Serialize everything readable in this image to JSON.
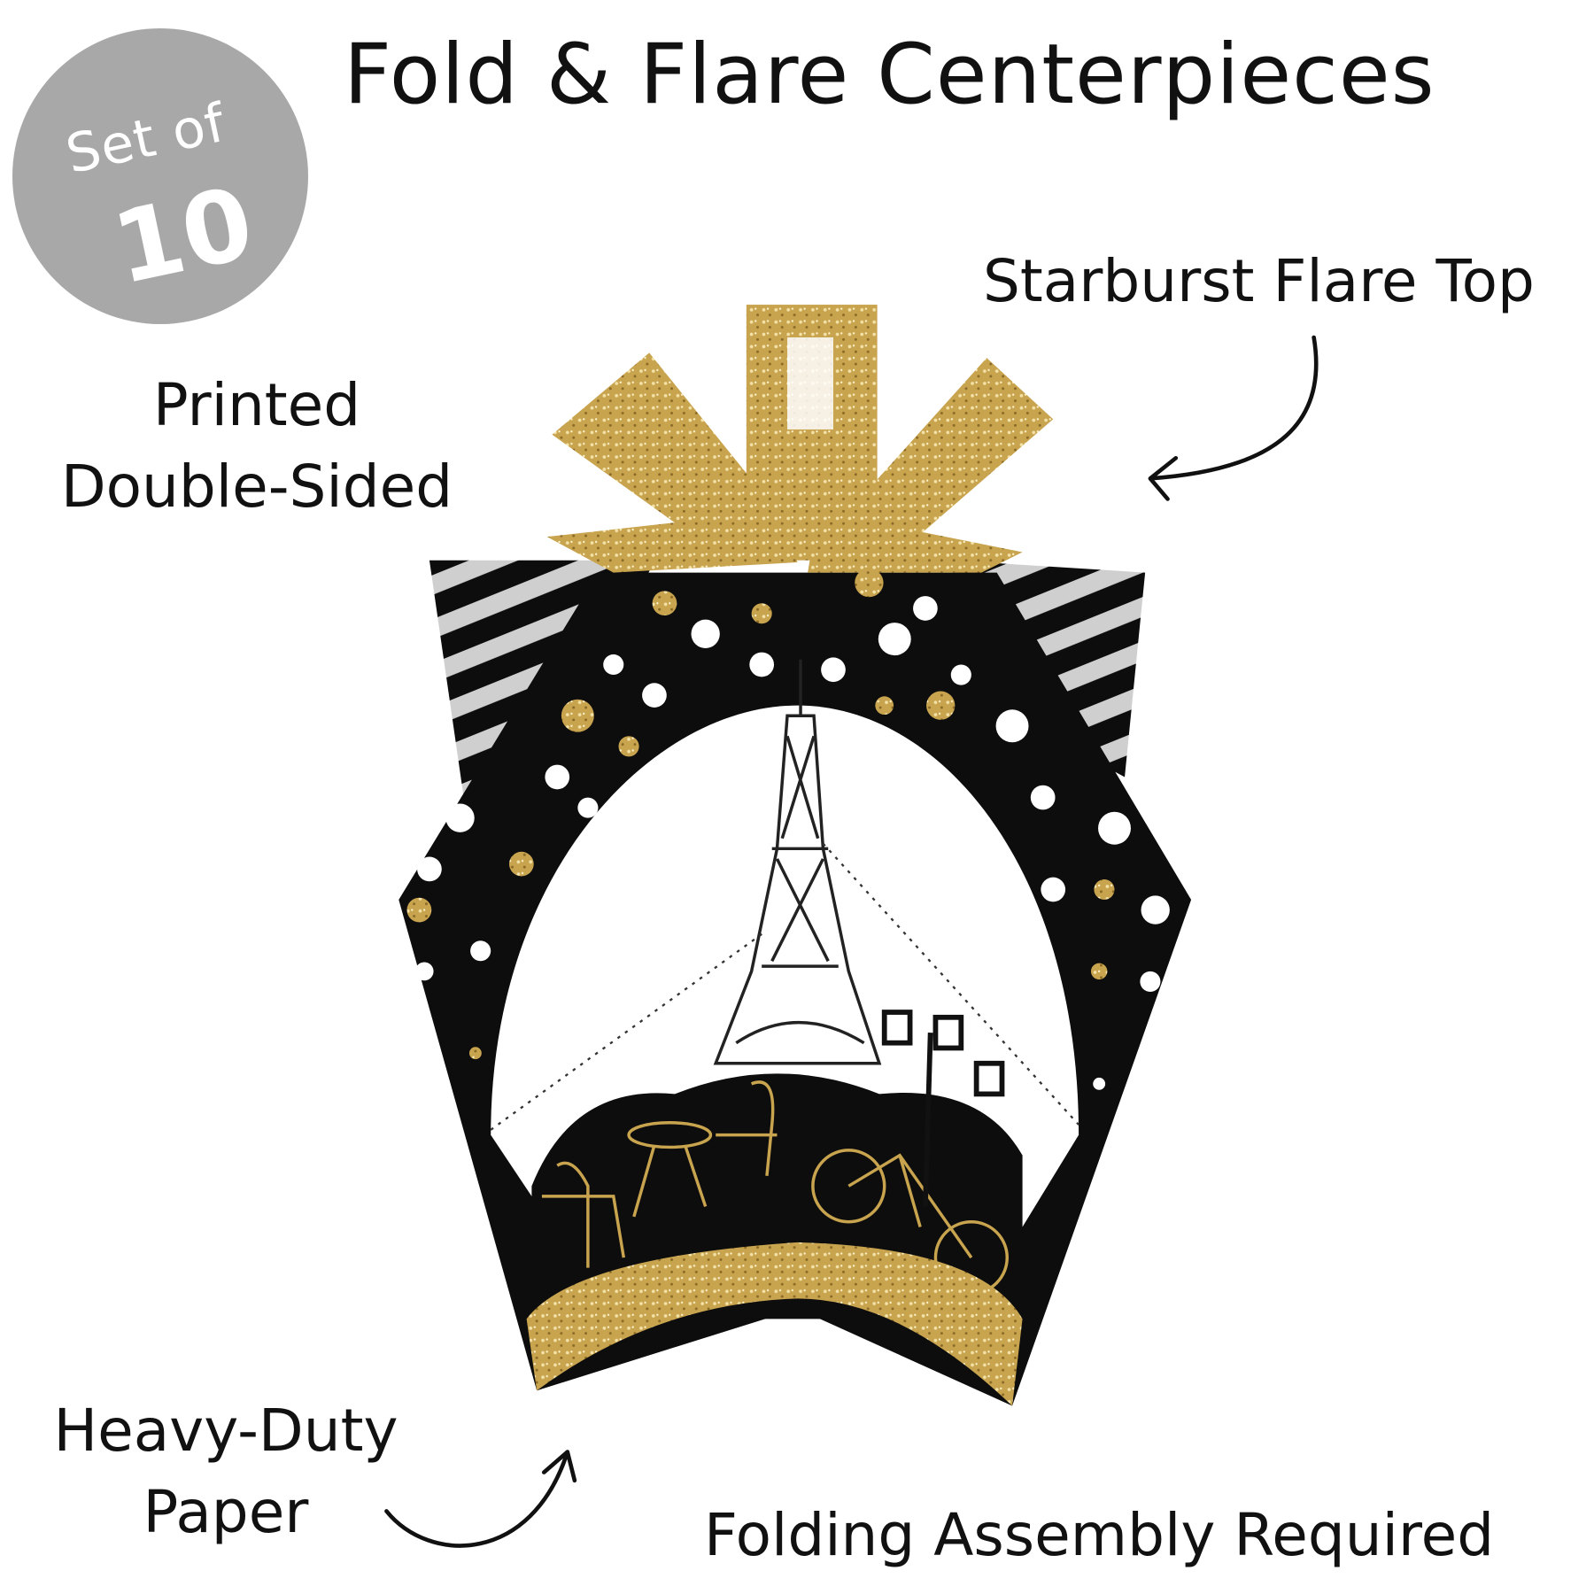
{
  "title": "Fold & Flare Centerpieces",
  "badge": {
    "line1": "Set of",
    "line2": "10"
  },
  "callouts": {
    "starburst": "Starburst Flare Top",
    "printed_line1": "Printed",
    "printed_line2": "Double-Sided",
    "heavy_line1": "Heavy-Duty",
    "heavy_line2": "Paper",
    "folding": "Folding Assembly Required"
  },
  "colors": {
    "gold": "#c9a44f",
    "black": "#0d0d0d",
    "gray": "#a8a8a8",
    "stripe": "#c8c8c8"
  }
}
